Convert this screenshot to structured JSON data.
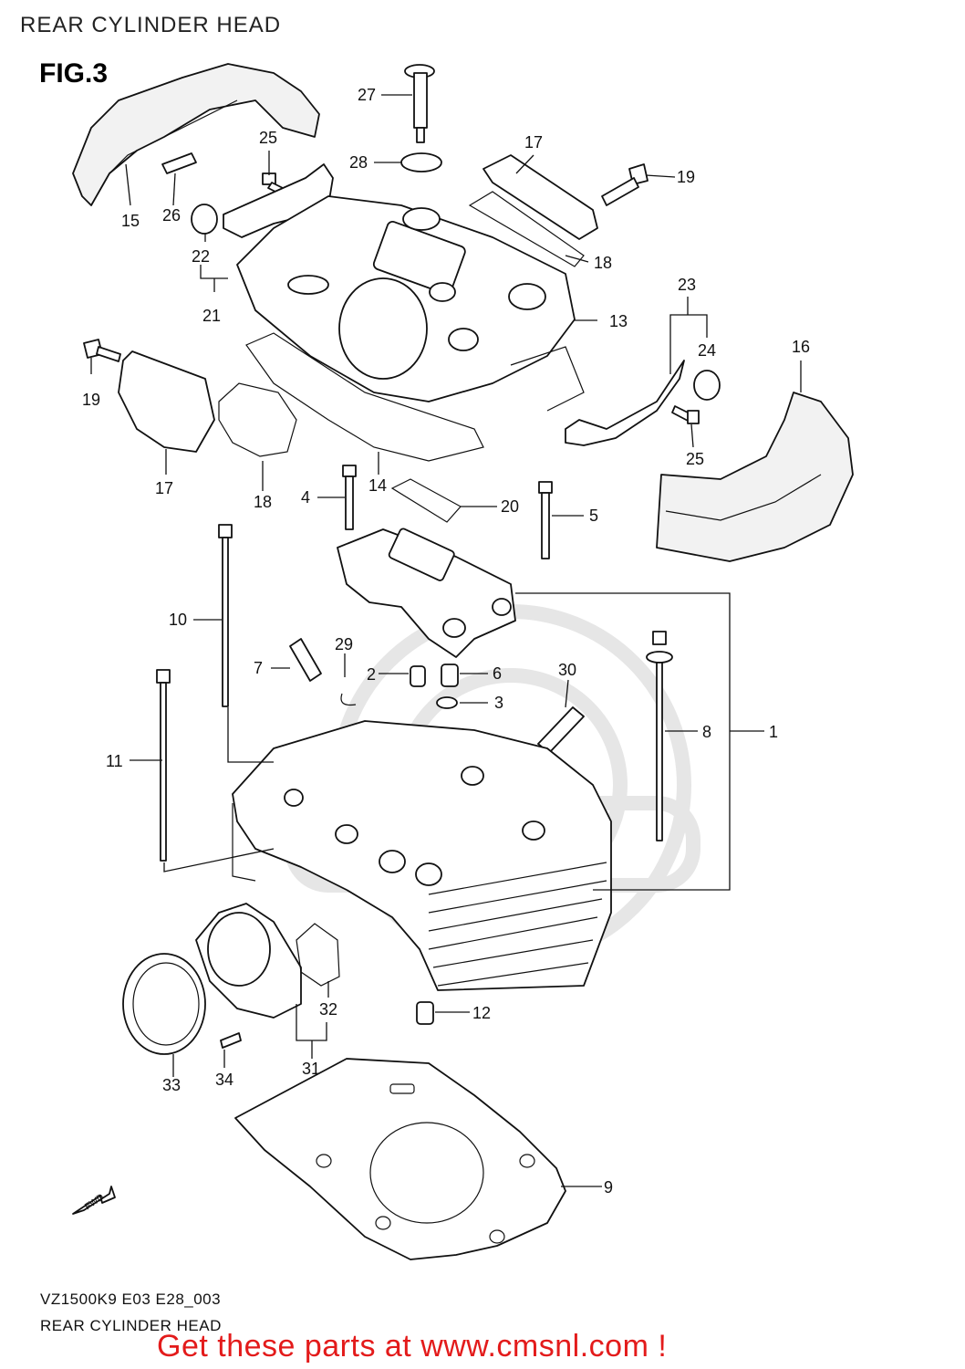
{
  "page": {
    "title": "REAR CYLINDER HEAD",
    "figure": "FIG.3"
  },
  "callouts": [
    "1",
    "2",
    "3",
    "4",
    "5",
    "6",
    "7",
    "8",
    "9",
    "10",
    "11",
    "12",
    "13",
    "14",
    "15",
    "16",
    "17",
    "17",
    "18",
    "18",
    "19",
    "19",
    "20",
    "21",
    "22",
    "23",
    "24",
    "25",
    "25",
    "26",
    "27",
    "28",
    "29",
    "30",
    "31",
    "32",
    "33",
    "34"
  ],
  "fwd_arrow_label": "FWD",
  "footer": {
    "model_code": "VZ1500K9 E03 E28_003",
    "caption": "REAR CYLINDER HEAD",
    "promo": "Get these parts at www.cmsnl.com !"
  },
  "colors": {
    "promo": "#e31b1b",
    "line": "#111111",
    "watermark": "#e6e6e6"
  }
}
